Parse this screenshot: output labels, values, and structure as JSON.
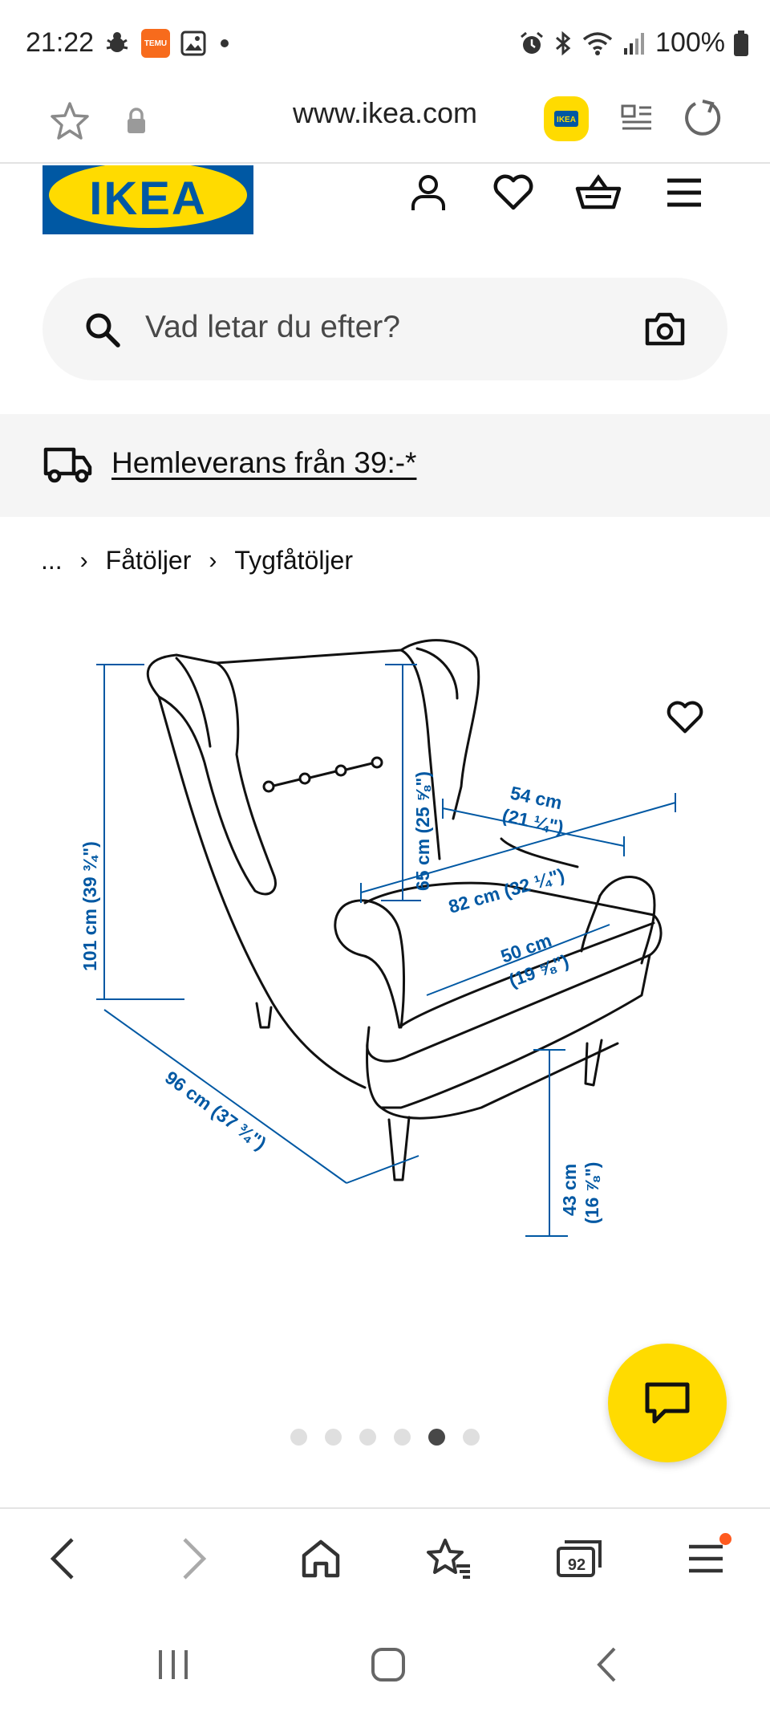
{
  "status_bar": {
    "time": "21:22",
    "temu_badge": "TEMU",
    "battery": "100%"
  },
  "browser": {
    "url": "www.ikea.com",
    "site_badge": "IKEA",
    "tabs_count": "92"
  },
  "header": {
    "logo_text": "IKEA"
  },
  "search": {
    "placeholder": "Vad letar du efter?"
  },
  "delivery": {
    "text": "Hemleverans från 39:-*"
  },
  "breadcrumb": {
    "items": [
      "...",
      "Fåtöljer",
      "Tygfåtöljer"
    ]
  },
  "dimensions": {
    "height_total": "101 cm (39 ¾\")",
    "back_height": "65 cm (25 ⅝\")",
    "seat_width": "54 cm",
    "seat_width_in": "(21 ¼\")",
    "width_total": "82 cm (32 ¼\")",
    "seat_depth": "50 cm",
    "seat_depth_in": "(19 ⅝\")",
    "depth_total": "96 cm (37 ¾\")",
    "seat_height": "43 cm",
    "seat_height_in": "(16 ⅞\")"
  },
  "carousel": {
    "count": 6,
    "active_index": 4
  },
  "colors": {
    "ikea_blue": "#0058a3",
    "ikea_yellow": "#ffdb00",
    "notification_dot": "#ff5a1f"
  }
}
